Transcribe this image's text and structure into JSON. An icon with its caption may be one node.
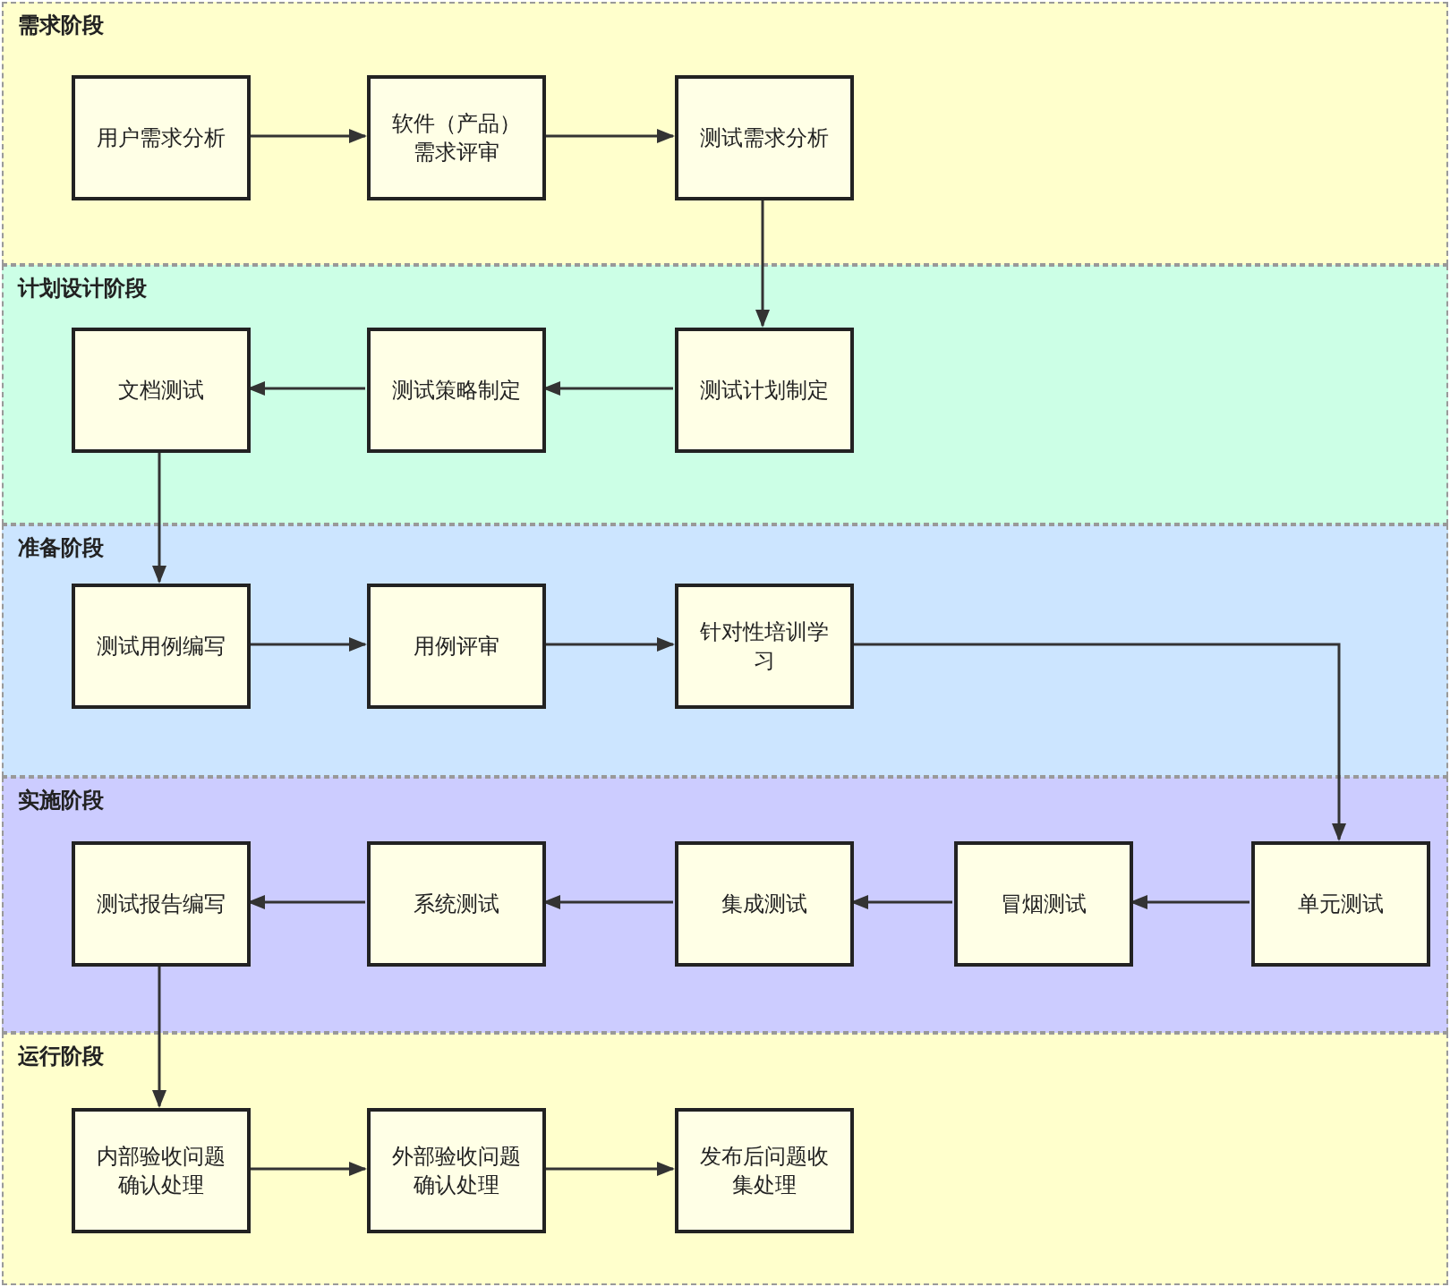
{
  "diagram": {
    "nodes": [
      {
        "text": [
          "需求阶段"
        ]
      },
      {
        "text": [
          "用户需求分析"
        ],
        "in": 0
      },
      {
        "text": [
          "软件（产品）需求评审"
        ],
        "in": 0
      },
      {
        "text": [
          "测试需求分析"
        ],
        "in": 0
      },
      {
        "text": [
          "计划设计阶段"
        ]
      },
      {
        "text": [
          "文档测试"
        ],
        "in": 4
      },
      {
        "text": [
          "测试策略制定"
        ],
        "in": 4
      },
      {
        "text": [
          "测试计划制定"
        ],
        "in": 4
      },
      {
        "text": [
          "准备阶段"
        ]
      },
      {
        "text": [
          "测试用例编写"
        ],
        "in": 8
      },
      {
        "text": [
          "用例评审"
        ],
        "in": 8
      },
      {
        "text": [
          "针对性培训学习"
        ],
        "in": 8
      },
      {
        "text": [
          "实施阶段"
        ]
      },
      {
        "text": [
          "测试报告编写"
        ],
        "in": 12
      },
      {
        "text": [
          "系统测试"
        ],
        "in": 12
      },
      {
        "text": [
          "集成测试"
        ],
        "in": 12
      },
      {
        "text": [
          "冒烟测试"
        ],
        "in": 12
      },
      {
        "text": [
          "单元测试"
        ],
        "in": 12
      },
      {
        "text": [
          "运行阶段"
        ]
      },
      {
        "text": [
          "内部验收问题确认处理"
        ],
        "in": 18
      },
      {
        "text": [
          "外部验收问题确认处理"
        ],
        "in": 18
      },
      {
        "text": [
          "发布后问题收集处理"
        ],
        "in": 18
      }
    ],
    "edges": [
      {
        "from": 1,
        "to": 2,
        "arrow": "to"
      },
      {
        "from": 2,
        "to": 3,
        "arrow": "to"
      },
      {
        "from": 3,
        "to": 7,
        "arrow": "to"
      },
      {
        "from": 7,
        "to": 6,
        "arrow": "to"
      },
      {
        "from": 6,
        "to": 5,
        "arrow": "to"
      },
      {
        "from": 5,
        "to": 9,
        "arrow": "to"
      },
      {
        "from": 9,
        "to": 10,
        "arrow": "to"
      },
      {
        "from": 10,
        "to": 11,
        "arrow": "to"
      },
      {
        "from": 11,
        "to": 17,
        "arrow": "to"
      },
      {
        "from": 17,
        "to": 16,
        "arrow": "to"
      },
      {
        "from": 16,
        "to": 15,
        "arrow": "to"
      },
      {
        "from": 15,
        "to": 14,
        "arrow": "to"
      },
      {
        "from": 14,
        "to": 13,
        "arrow": "to"
      },
      {
        "from": 13,
        "to": 19,
        "arrow": "to"
      },
      {
        "from": 19,
        "to": 20,
        "arrow": "to"
      },
      {
        "from": 20,
        "to": 21,
        "arrow": "to"
      }
    ]
  }
}
